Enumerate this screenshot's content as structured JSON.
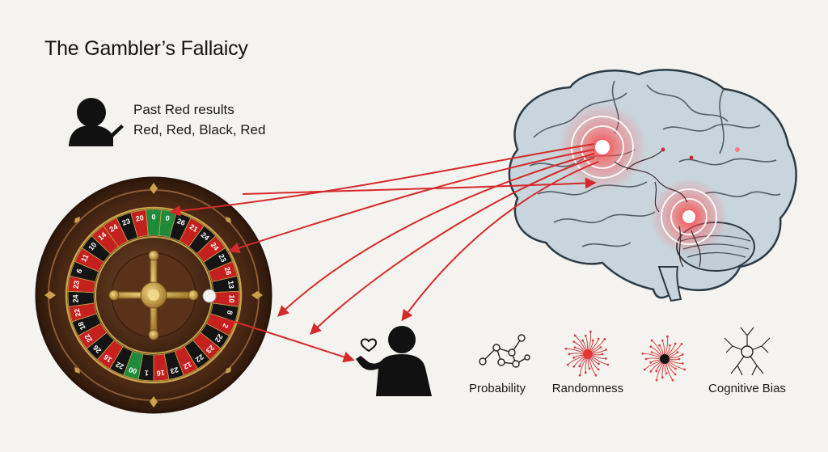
{
  "title": "The Gambler’s Fallaicy",
  "past_results": {
    "label": "Past Red results",
    "values": "Red, Red, Black, Red"
  },
  "wheel": {
    "top_numbers": [
      "24",
      "23",
      "20",
      "0",
      "0",
      "26",
      "21",
      "24"
    ],
    "left_numbers": [
      "14",
      "10",
      "11",
      "6",
      "23",
      "24",
      "22",
      "18"
    ],
    "right_numbers": [
      "24",
      "23",
      "26",
      "13",
      "10",
      "8",
      "2",
      "22",
      "23"
    ],
    "bottom_numbers": [
      "22",
      "26",
      "16",
      "22",
      "00",
      "1",
      "16",
      "23",
      "12",
      "22"
    ]
  },
  "concepts": [
    {
      "label": "Probability",
      "icon": "network-nodes-icon"
    },
    {
      "label": "Randomness",
      "icon": "burst-icon"
    },
    {
      "label": "",
      "icon": "dark-burst-icon"
    },
    {
      "label": "Cognitive Bias",
      "icon": "neuron-icon"
    }
  ],
  "colors": {
    "accent_red": "#d42a2a",
    "wheel_wood": "#4a2a1a",
    "brain_fill": "#c9d5dc",
    "gold": "#c9a24a"
  }
}
